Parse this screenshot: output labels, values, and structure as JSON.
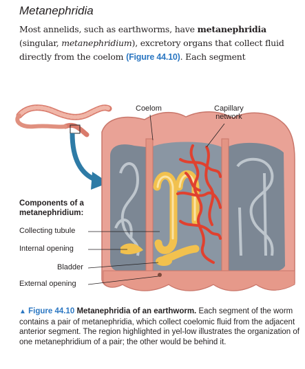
{
  "section": {
    "heading": "Metanephridia",
    "body_parts": [
      "Most annelids, such as earthworms, have ",
      "metanephridia",
      " (singular, ",
      "metanephridium",
      "), excretory organs that collect fluid directly from the coelom ",
      "(Figure 44.10)",
      ". Each segment"
    ]
  },
  "figure": {
    "labels": {
      "coelom": "Coelom",
      "capillary_1": "Capillary",
      "capillary_2": "network"
    },
    "components_title_1": "Components of a",
    "components_title_2": "metanephridium:",
    "components": [
      "Collecting tubule",
      "Internal opening",
      "Bladder",
      "External opening"
    ],
    "colors": {
      "tissue": "#e9a296",
      "tubule": "#f2c14e",
      "capillary": "#e0412f",
      "arrow": "#2e7ba6"
    }
  },
  "caption": {
    "triangle": "▲",
    "fig_num": "Figure 44.10",
    "fig_title": "Metanephridia of an earthworm.",
    "text": "Each segment of the worm contains a pair of metanephridia, which collect coelomic fluid from the adjacent anterior segment. The region highlighted in yel-low illustrates the organization of one metanephridium of a pair; the other would be behind it."
  }
}
